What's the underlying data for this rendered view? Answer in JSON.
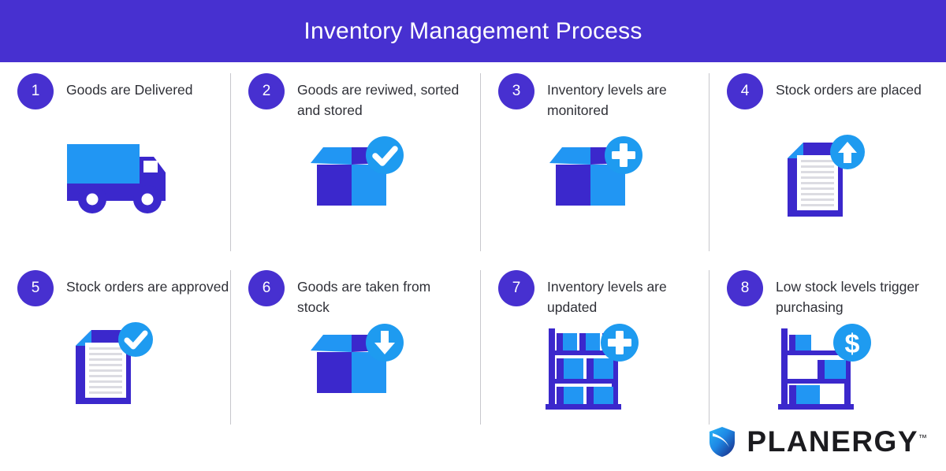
{
  "header": {
    "title": "Inventory Management Process",
    "background_color": "#4730D0",
    "text_color": "#ffffff"
  },
  "theme": {
    "badge_color": "#4730D0",
    "accent_blue": "#1E9BF0",
    "deep_purple": "#3B28CC",
    "light_blue": "#2196F3",
    "text_color": "#2F3037",
    "divider_color": "#c7c7cc",
    "page_background": "#ffffff"
  },
  "steps": [
    {
      "number": "1",
      "label": "Goods are Delivered",
      "icon": "delivery-truck-icon",
      "badge_icon": null
    },
    {
      "number": "2",
      "label": "Goods are reviwed, sorted and stored",
      "icon": "open-box-icon",
      "badge_icon": "check-badge-icon"
    },
    {
      "number": "3",
      "label": "Inventory levels are monitored",
      "icon": "open-box-icon",
      "badge_icon": "plus-badge-icon"
    },
    {
      "number": "4",
      "label": "Stock orders are placed",
      "icon": "document-icon",
      "badge_icon": "arrow-up-badge-icon"
    },
    {
      "number": "5",
      "label": "Stock orders are approved",
      "icon": "document-icon",
      "badge_icon": "check-badge-icon"
    },
    {
      "number": "6",
      "label": "Goods are taken from stock",
      "icon": "open-box-icon",
      "badge_icon": "arrow-down-badge-icon"
    },
    {
      "number": "7",
      "label": "Inventory levels are updated",
      "icon": "full-shelf-icon",
      "badge_icon": "plus-badge-icon"
    },
    {
      "number": "8",
      "label": "Low stock levels trigger purchasing",
      "icon": "low-stock-shelf-icon",
      "badge_icon": "dollar-badge-icon"
    }
  ],
  "footer": {
    "logo_icon": "planergy-shield-icon",
    "brand": "PLANERGY",
    "trademark": "™"
  }
}
